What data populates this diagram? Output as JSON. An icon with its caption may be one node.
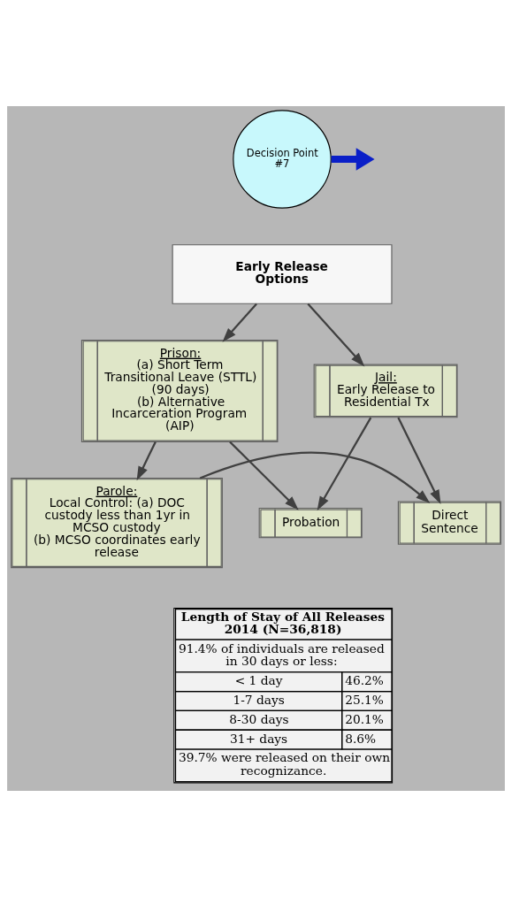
{
  "diagram": {
    "nodes": [
      {
        "text": [
          "Decision Point #7"
        ]
      },
      {
        "text": [
          "Early Release Options"
        ]
      },
      {
        "text": [
          "Jail:",
          "Early Release to Residential Tx"
        ]
      },
      {
        "text": [
          "Prison:",
          "(a) Short Term Transitional Leave (STTL) (90 days)",
          "(b) Alternative Incarceration Program (AIP)"
        ]
      },
      {
        "text": [
          "Probation"
        ]
      },
      {
        "text": [
          "Parole:",
          "Local Control: (a) DOC custody less than 1yr in MCSO custody",
          "(b) MCSO coordinates early release"
        ]
      },
      {
        "text": [
          "Direct Sentence"
        ]
      }
    ],
    "edges": [
      {
        "from": 0,
        "to": null,
        "arrow": "to",
        "style": "thick",
        "color": "#0a1fc8"
      },
      {
        "from": 1,
        "to": 2,
        "arrow": "to"
      },
      {
        "from": 1,
        "to": 3,
        "arrow": "to"
      },
      {
        "from": 2,
        "to": 4,
        "arrow": "to"
      },
      {
        "from": 2,
        "to": 6,
        "arrow": "to"
      },
      {
        "from": 3,
        "to": 4,
        "arrow": "to"
      },
      {
        "from": 3,
        "to": 5,
        "arrow": "to"
      },
      {
        "from": 5,
        "to": 6,
        "arrow": "to"
      }
    ],
    "labels": [
      "Length of Stay of All Releases 2014 (N=36,818)",
      "91.4% of individuals are released in 30 days or less:",
      "< 1 day",
      "46.2%",
      "1-7 days",
      "25.1%",
      "8-30 days",
      "20.1%",
      "31+ days",
      "8.6%",
      "39.7% were released on their own recognizance."
    ]
  }
}
